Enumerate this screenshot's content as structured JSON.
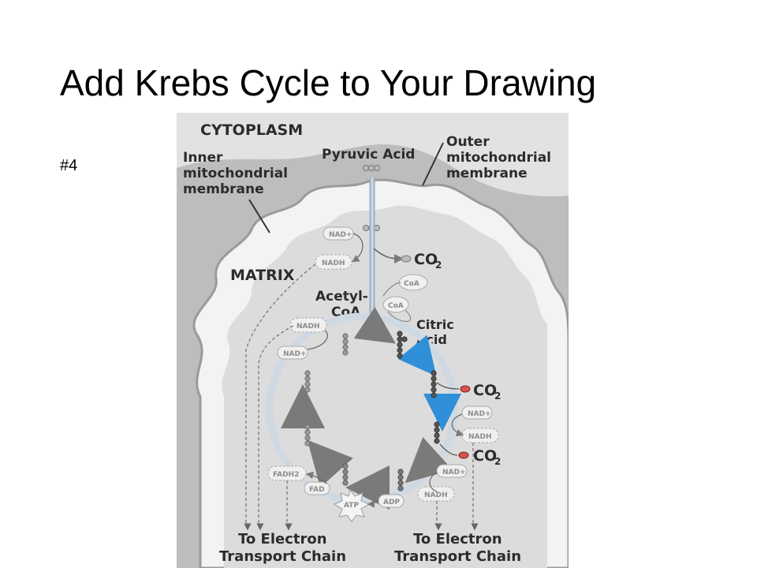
{
  "slide": {
    "title": "Add Krebs Cycle to Your Drawing",
    "number": "#4"
  },
  "diagram": {
    "labels": {
      "cytoplasm": "CYTOPLASM",
      "inner_membrane": [
        "Inner",
        "mitochondrial",
        "membrane"
      ],
      "outer_membrane": [
        "Outer",
        "mitochondrial",
        "membrane"
      ],
      "pyruvic_acid": "Pyruvic Acid",
      "matrix": "MATRIX",
      "co2": "CO",
      "co2_sub": "2",
      "acetyl_coa": [
        "Acetyl-",
        "CoA"
      ],
      "citric_acid": [
        "Citric",
        "Acid"
      ],
      "etc_left": [
        "To Electron",
        "Transport Chain"
      ],
      "etc_right": [
        "To Electron",
        "Transport Chain"
      ]
    },
    "chips": {
      "nad": "NAD+",
      "nadh": "NADH",
      "coa": "CoA",
      "fadh2": "FADH2",
      "fad": "FAD",
      "atp": "ATP",
      "adp": "ADP"
    }
  }
}
